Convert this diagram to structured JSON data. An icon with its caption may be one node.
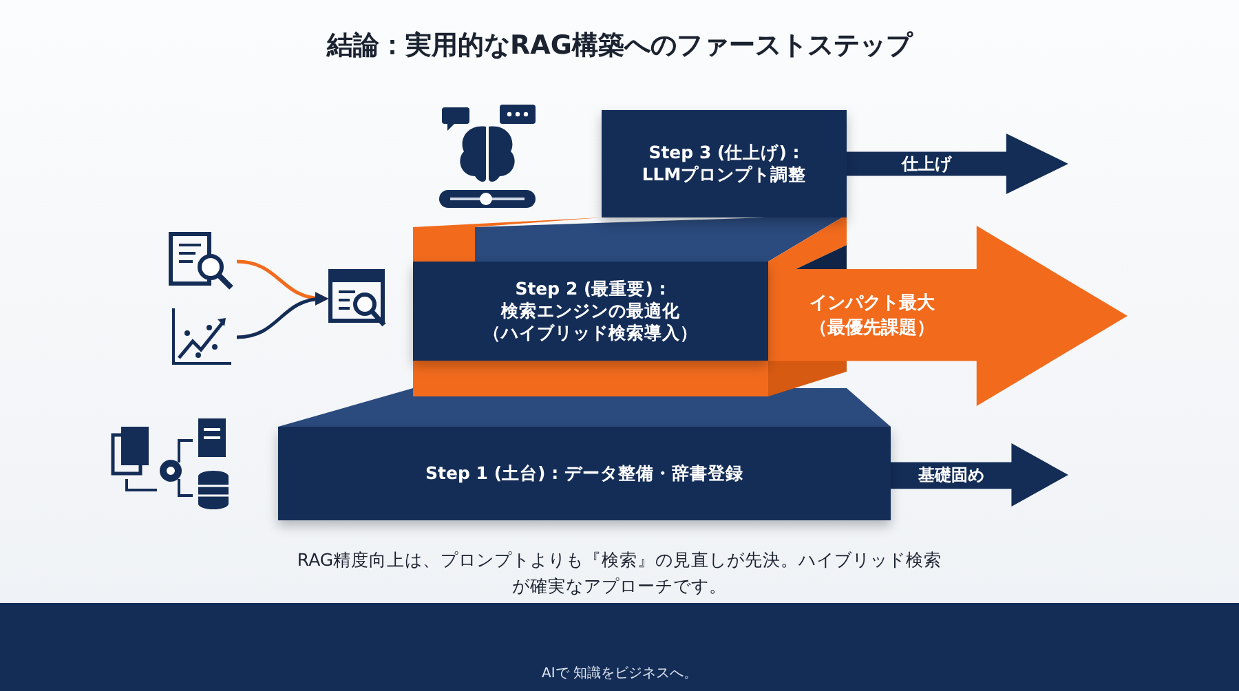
{
  "diagram": {
    "title": "結論：実用的なRAG構築へのファーストステップ",
    "nodes": [
      {
        "text": [
          "Step 3 (仕上げ) :",
          "LLMプロンプト調整"
        ]
      },
      {
        "text": [
          "Step 2 (最重要) :",
          "検索エンジンの最適化",
          "（ハイブリッド検索導入）"
        ]
      },
      {
        "text": [
          "Step 1 (土台) : データ整備・辞書登録"
        ]
      },
      {
        "text": [],
        "shape": "picture"
      },
      {
        "text": [],
        "shape": "picture"
      },
      {
        "text": [],
        "shape": "picture"
      },
      {
        "text": [],
        "shape": "picture"
      },
      {
        "text": [],
        "shape": "picture"
      }
    ],
    "edges": [
      {
        "from": 4,
        "to": 6,
        "arrow": "to",
        "color": "#f26b1d"
      },
      {
        "from": 5,
        "to": 6,
        "arrow": "to",
        "color": "#142d57"
      },
      {
        "from": 0,
        "to": null,
        "arrow": "to",
        "label": "仕上げ",
        "style": "thick",
        "color": "#142d57"
      },
      {
        "from": 1,
        "to": null,
        "arrow": "to",
        "label": "インパクト最大（最優先課題）",
        "style": "thick",
        "color": "#f26b1d"
      },
      {
        "from": 2,
        "to": null,
        "arrow": "to",
        "label": "基礎固め",
        "style": "thick",
        "color": "#142d57"
      }
    ],
    "labels": [
      "RAG精度向上は、プロンプトよりも『検索』の見直しが先決。ハイブリッド検索が確実なアプローチです。",
      "AIで 知識をビジネスへ。"
    ]
  }
}
